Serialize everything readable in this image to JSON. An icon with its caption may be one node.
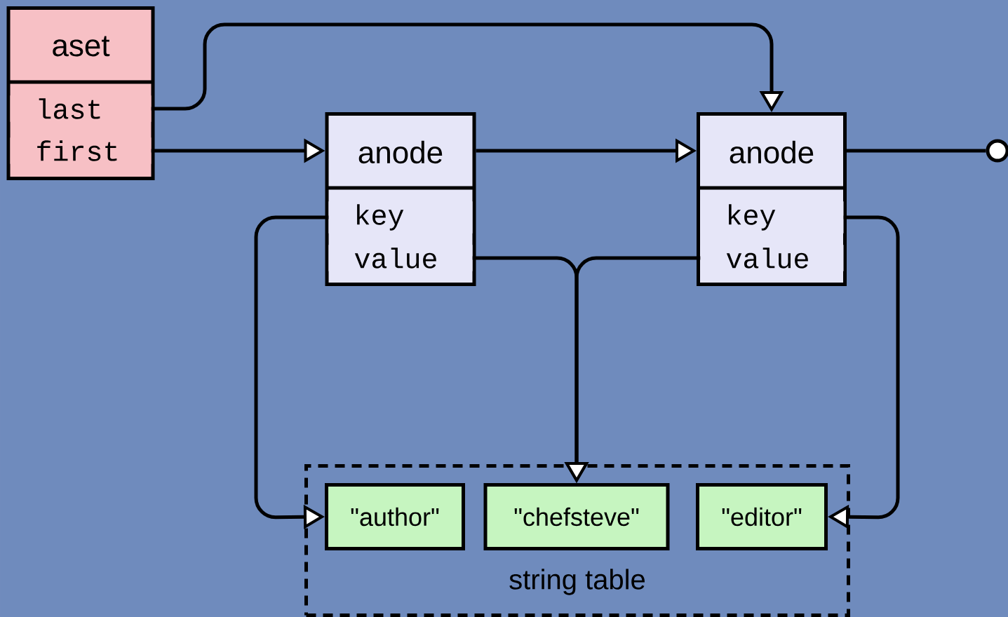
{
  "diagram": {
    "nodes": [
      {
        "text": [
          "aset"
        ]
      },
      {
        "text": [
          "last"
        ],
        "in": 0
      },
      {
        "text": [
          "first"
        ],
        "in": 0
      },
      {
        "text": [
          "anode"
        ]
      },
      {
        "text": [
          "key"
        ],
        "in": 3
      },
      {
        "text": [
          "value"
        ],
        "in": 3
      },
      {
        "text": [
          "anode"
        ]
      },
      {
        "text": [
          "key"
        ],
        "in": 6
      },
      {
        "text": [
          "value"
        ],
        "in": 6
      },
      {
        "text": [
          "string table"
        ]
      },
      {
        "text": [
          "\"author\""
        ],
        "in": 9
      },
      {
        "text": [
          "\"chefsteve\""
        ],
        "in": 9
      },
      {
        "text": [
          "\"editor\""
        ],
        "in": 9
      },
      {
        "text": [],
        "shape": "circle"
      }
    ],
    "edges": [
      {
        "from": 1,
        "to": 6,
        "arrow": "to"
      },
      {
        "from": 2,
        "to": 3,
        "arrow": "to"
      },
      {
        "from": 3,
        "to": 6,
        "arrow": "to"
      },
      {
        "from": 6,
        "to": 13,
        "arrow": "none"
      },
      {
        "from": 4,
        "to": 10,
        "arrow": "to"
      },
      {
        "from": 5,
        "to": 11,
        "arrow": "to"
      },
      {
        "from": 8,
        "to": 11,
        "arrow": "to"
      },
      {
        "from": 7,
        "to": 12,
        "arrow": "to"
      }
    ]
  }
}
